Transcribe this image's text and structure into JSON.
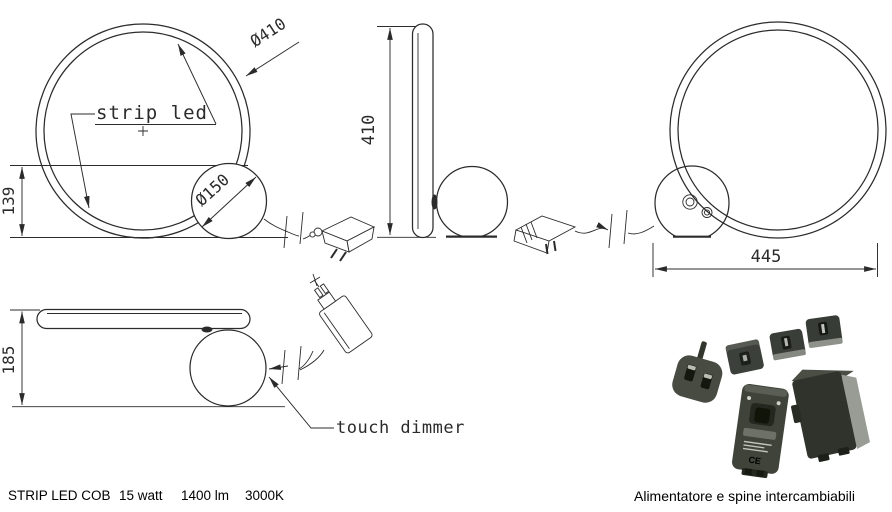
{
  "specs": {
    "name": "STRIP LED COB",
    "wattage": "15 watt",
    "flux": "1400 lm",
    "cct": "3000K"
  },
  "dimensions": {
    "ring_diameter": "Ø410",
    "sphere_diameter": "Ø150",
    "front_height": "139",
    "side_height": "410",
    "overall_width": "445",
    "laying_height": "185"
  },
  "labels": {
    "strip_led": "strip led",
    "touch_dimmer": "touch dimmer"
  },
  "photo": {
    "caption": "Alimentatore e spine intercambiabili",
    "ce_mark": "CE"
  },
  "colors": {
    "line": "#2b2b2b",
    "paper": "#ffffff",
    "plug_dark": "#3c4038",
    "plug_darker": "#23271f",
    "plug_light": "#989c94"
  }
}
